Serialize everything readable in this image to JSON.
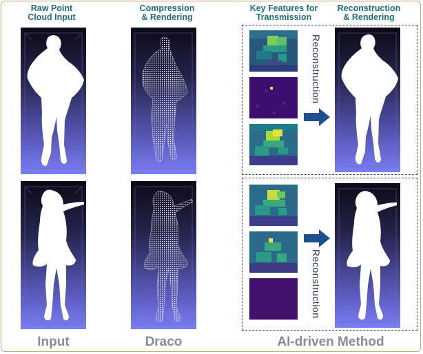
{
  "headers": {
    "raw": "Raw Point\nCloud Input",
    "compression": "Compression\n& Rendering",
    "key_features": "Key Features for\nTransmission",
    "reconstruction": "Reconstruction\n& Rendering"
  },
  "footers": {
    "input": "Input",
    "draco": "Draco",
    "ai": "AI-driven Method"
  },
  "arrow_labels": {
    "top": "Reconstruction",
    "bottom": "Reconstruction"
  },
  "colors": {
    "header_text": "#1f6f7a",
    "footer_text": "#8c8c8c",
    "arrow": "#1b4f8f",
    "dashed_border": "#2f4a6a"
  }
}
